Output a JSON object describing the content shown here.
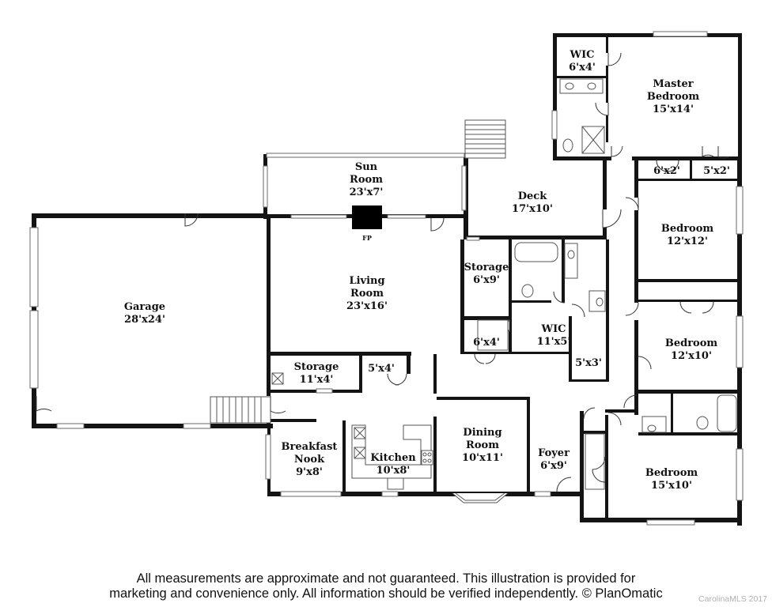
{
  "rooms": {
    "wic_master": {
      "name": "WIC",
      "dim": "6'x4'"
    },
    "master_bedroom": {
      "name1": "Master",
      "name2": "Bedroom",
      "dim": "15'x14'"
    },
    "closet_6x2": {
      "dim": "6'x2'"
    },
    "closet_5x2": {
      "dim": "5'x2'"
    },
    "sun_room": {
      "name1": "Sun",
      "name2": "Room",
      "dim": "23'x7'"
    },
    "deck": {
      "name": "Deck",
      "dim": "17'x10'"
    },
    "bedroom_2": {
      "name": "Bedroom",
      "dim": "12'x12'"
    },
    "fireplace": {
      "label": "FP"
    },
    "garage": {
      "name": "Garage",
      "dim": "28'x24'"
    },
    "living_room": {
      "name1": "Living",
      "name2": "Room",
      "dim": "23'x16'"
    },
    "storage_6x9": {
      "name": "Storage",
      "dim": "6'x9'"
    },
    "bedroom_3": {
      "name": "Bedroom",
      "dim": "12'x10'"
    },
    "closet_6x4": {
      "dim": "6'x4'"
    },
    "wic_hall": {
      "name": "WIC",
      "dim": "11'x5'"
    },
    "closet_5x3": {
      "dim": "5'x3'"
    },
    "storage_11x4": {
      "name": "Storage",
      "dim": "11'x4'"
    },
    "closet_5x4": {
      "dim": "5'x4'"
    },
    "breakfast_nook": {
      "name1": "Breakfast",
      "name2": "Nook",
      "dim": "9'x8'"
    },
    "kitchen": {
      "name": "Kitchen",
      "dim": "10'x8'"
    },
    "dining_room": {
      "name1": "Dining",
      "name2": "Room",
      "dim": "10'x11'"
    },
    "foyer": {
      "name": "Foyer",
      "dim": "6'x9'"
    },
    "bedroom_4": {
      "name": "Bedroom",
      "dim": "15'x10'"
    }
  },
  "footer": {
    "disclaimer_line1": "All measurements are approximate and not guaranteed. This illustration is provided for",
    "disclaimer_line2": "marketing and convenience only. All information should be verified independently. © PlanOmatic",
    "credit": "CarolinaMLS 2017"
  }
}
